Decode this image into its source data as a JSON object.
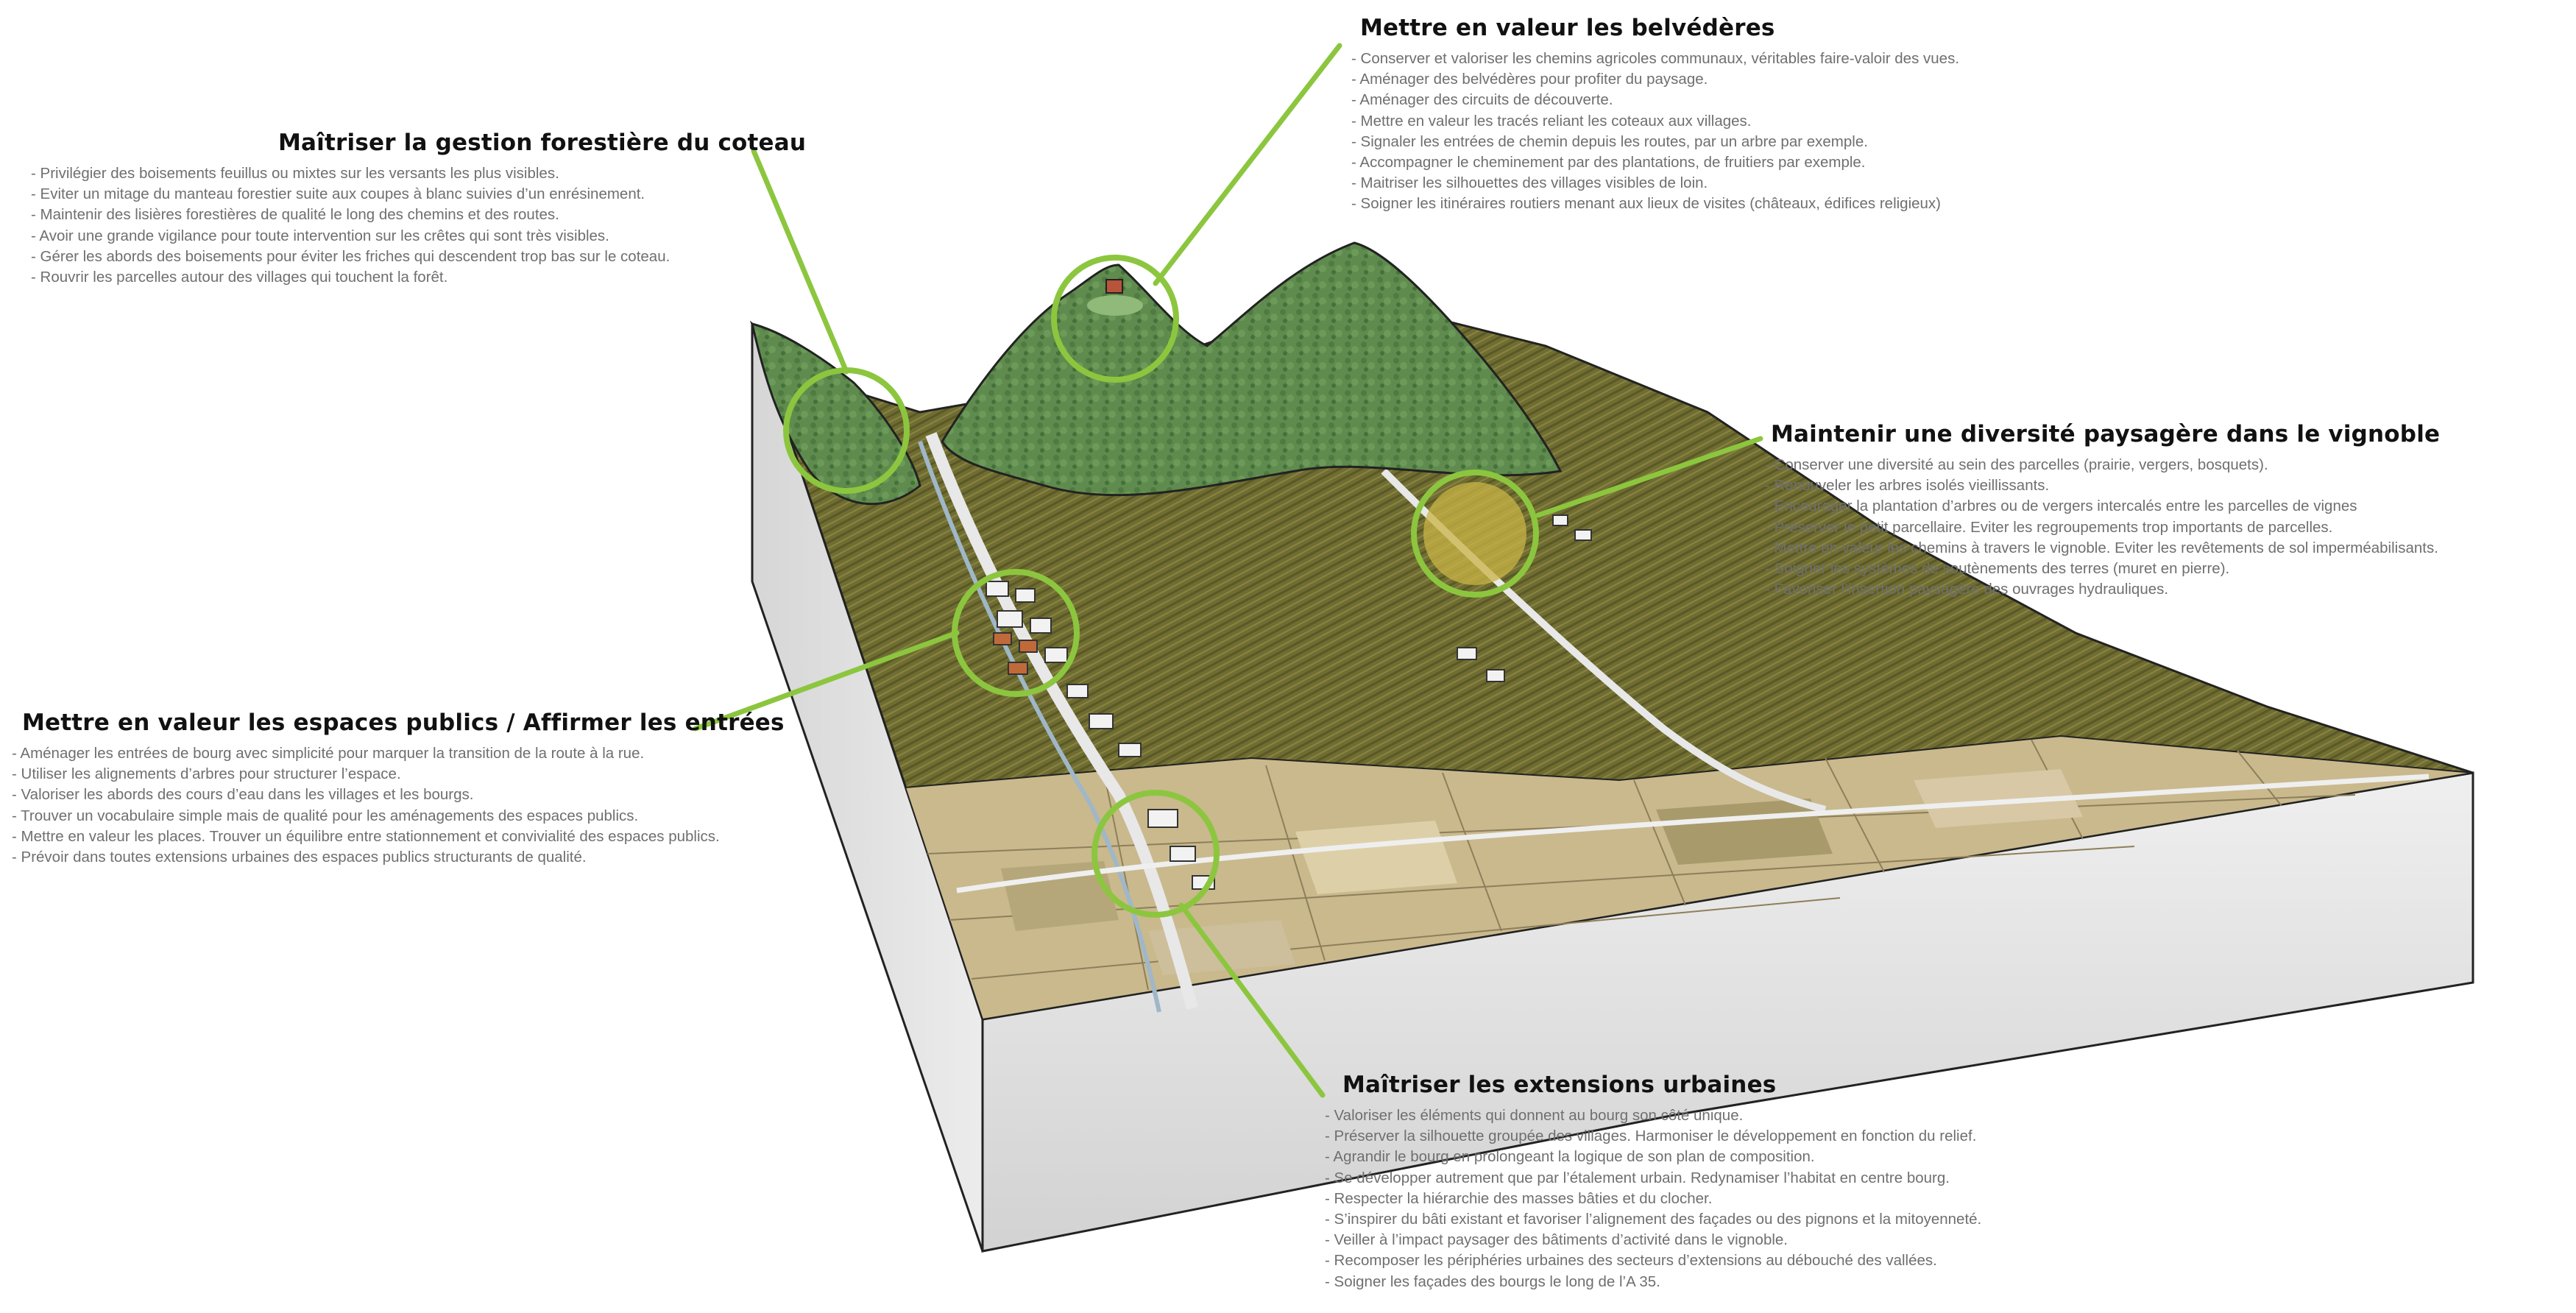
{
  "colors": {
    "accent": "#8cc63f",
    "title": "#111111",
    "body_text": "#6f6f6f",
    "forest": "#5f8c4e",
    "vineyard": "#6b6a2e",
    "fields": "#c9b98d",
    "block_side": "#e6e6e6"
  },
  "annotations": [
    {
      "id": "foret",
      "title": "Maîtriser la gestion forestière du coteau",
      "items": [
        "- Privilégier des boisements feuillus ou mixtes sur les versants les plus visibles.",
        "- Eviter un mitage du manteau forestier suite aux coupes à blanc suivies d’un enrésinement.",
        "- Maintenir des lisières forestières de qualité le long des chemins et des routes.",
        "- Avoir une grande vigilance pour toute intervention sur les crêtes qui sont très visibles.",
        "- Gérer les abords des boisements pour éviter les friches qui descendent trop bas sur le coteau.",
        "- Rouvrir les parcelles autour des villages qui touchent la forêt."
      ]
    },
    {
      "id": "belvederes",
      "title": "Mettre en valeur les belvédères",
      "items": [
        "- Conserver et valoriser les chemins agricoles communaux, véritables faire-valoir des vues.",
        "- Aménager des belvédères pour profiter du paysage.",
        "- Aménager des circuits de découverte.",
        "- Mettre en valeur les tracés reliant les coteaux aux villages.",
        "- Signaler les entrées de chemin depuis les routes, par un arbre par exemple.",
        "- Accompagner le cheminement par des plantations, de fruitiers par exemple.",
        "- Maitriser les silhouettes des villages visibles de loin.",
        "- Soigner les itinéraires routiers menant aux lieux de visites (châteaux, édifices religieux)"
      ]
    },
    {
      "id": "vignoble",
      "title": "Maintenir une diversité paysagère dans le vignoble",
      "items": [
        "- Conserver une diversité au sein des parcelles (prairie, vergers, bosquets).",
        "- Renouveler les arbres isolés vieillissants.",
        "- Encourager la plantation d’arbres ou de vergers intercalés entre les parcelles de vignes",
        "- Préserver le petit parcellaire. Eviter les regroupements trop importants de parcelles.",
        "- Mettre en valeur les chemins à travers le vignoble. Eviter les revêtements de sol imperméabilisants.",
        "- Soigner les systèmes de soutènements des terres (muret en pierre).",
        "- Favoriser l’insertion paysagère des ouvrages hydrauliques."
      ]
    },
    {
      "id": "espaces",
      "title": "Mettre en valeur les espaces publics / Affirmer les entrées",
      "items": [
        "- Aménager les entrées de bourg avec simplicité pour marquer la transition de la route à la rue.",
        "- Utiliser les alignements d’arbres pour structurer l’espace.",
        "- Valoriser les abords des cours d’eau dans les villages et les bourgs.",
        "- Trouver un vocabulaire simple mais de qualité pour les aménagements des espaces publics.",
        "- Mettre en valeur les places. Trouver un équilibre entre stationnement et convivialité des espaces publics.",
        "- Prévoir dans toutes extensions urbaines des espaces publics structurants de qualité."
      ]
    },
    {
      "id": "extensions",
      "title": "Maîtriser les extensions urbaines",
      "items": [
        "- Valoriser les éléments qui donnent au bourg son côté unique.",
        "- Préserver la silhouette groupée des villages. Harmoniser le développement en fonction du relief.",
        "- Agrandir le bourg en prolongeant la logique de son plan de composition.",
        "- Se développer autrement que par l’étalement urbain. Redynamiser l’habitat en centre bourg.",
        "- Respecter la hiérarchie des masses bâties et du clocher.",
        "- S’inspirer du bâti existant et favoriser l’alignement des façades ou des pignons et la mitoyenneté.",
        "- Veiller à l’impact paysager des bâtiments d’activité dans le vignoble.",
        "- Recomposer les périphéries urbaines des secteurs d’extensions au débouché des vallées.",
        "- Soigner les façades des bourgs le long de l’A 35."
      ]
    }
  ]
}
